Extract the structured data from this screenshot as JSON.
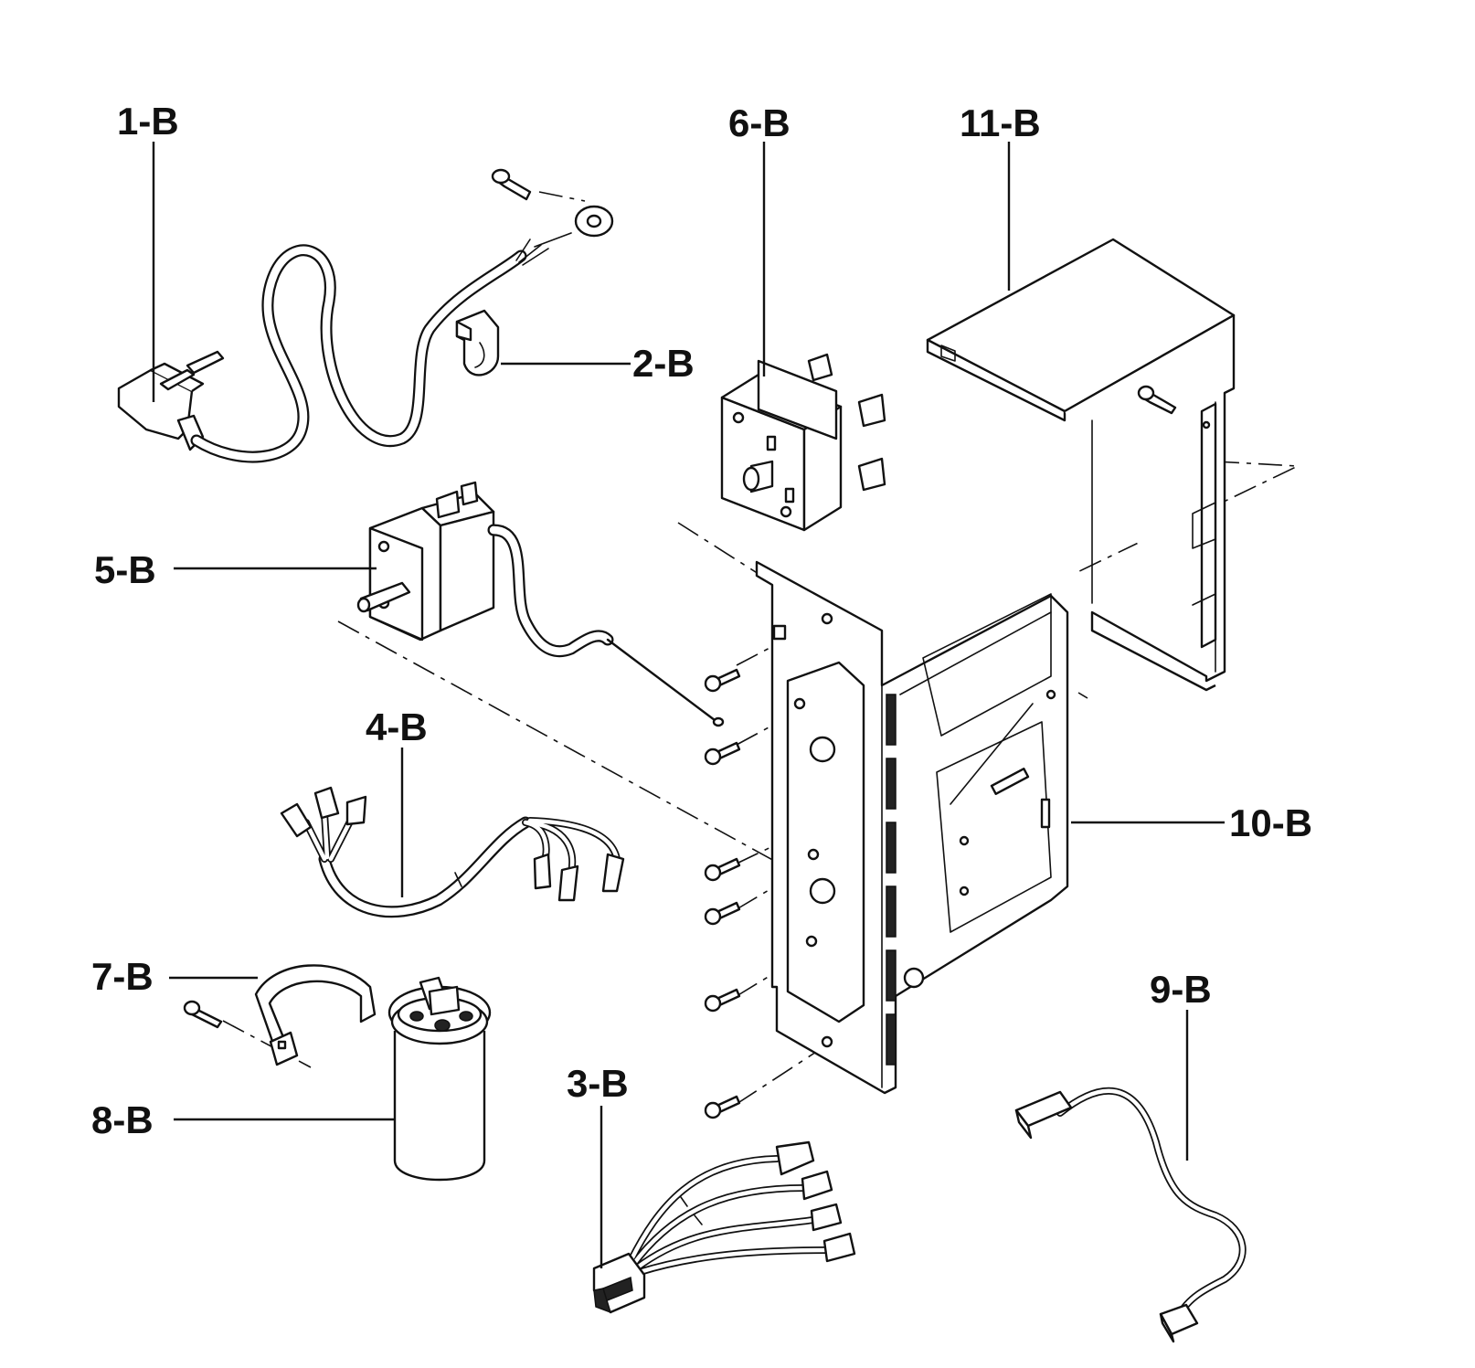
{
  "callouts": [
    {
      "id": "1",
      "label": "1-B"
    },
    {
      "id": "2",
      "label": "2-B"
    },
    {
      "id": "3",
      "label": "3-B"
    },
    {
      "id": "4",
      "label": "4-B"
    },
    {
      "id": "5",
      "label": "5-B"
    },
    {
      "id": "6",
      "label": "6-B"
    },
    {
      "id": "7",
      "label": "7-B"
    },
    {
      "id": "8",
      "label": "8-B"
    },
    {
      "id": "9",
      "label": "9-B"
    },
    {
      "id": "10",
      "label": "10-B"
    },
    {
      "id": "11",
      "label": "11-B"
    }
  ]
}
